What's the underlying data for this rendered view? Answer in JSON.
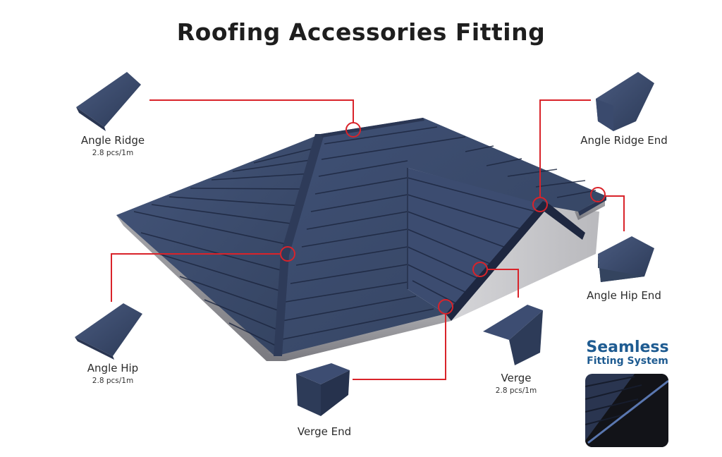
{
  "title": "Roofing Accessories Fitting",
  "accent_color": "#d9232a",
  "tile_color": "#3a4a6b",
  "accessories": [
    {
      "name": "Angle Ridge",
      "spec": "2.8 pcs/1m"
    },
    {
      "name": "Angle Ridge End",
      "spec": ""
    },
    {
      "name": "Angle Hip End",
      "spec": ""
    },
    {
      "name": "Angle Hip",
      "spec": "2.8 pcs/1m"
    },
    {
      "name": "Verge",
      "spec": "2.8 pcs/1m"
    },
    {
      "name": "Verge End",
      "spec": ""
    }
  ],
  "seamless": {
    "line1": "Seamless",
    "line2": "Fitting System"
  }
}
